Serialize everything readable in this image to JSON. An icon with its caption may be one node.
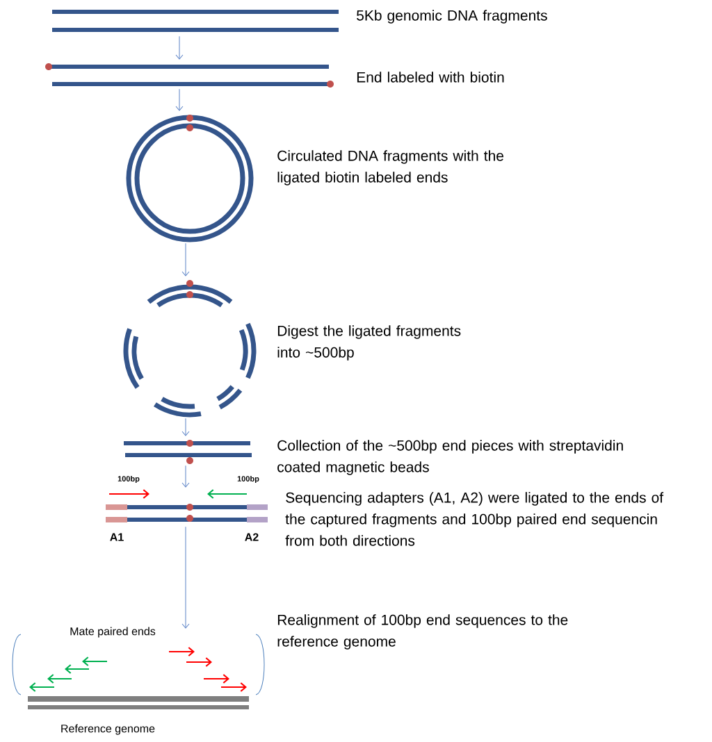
{
  "diagram": {
    "nodes": [
      {
        "text": [],
        "shape": "picture",
        "beside": [
          "5Kb genomic DNA fragments"
        ]
      },
      {
        "text": [],
        "shape": "picture",
        "beside": [
          "End labeled with biotin"
        ]
      },
      {
        "text": [],
        "shape": "picture",
        "beside": [
          "Circulated DNA fragments with the ligated biotin labeled ends"
        ]
      },
      {
        "text": [],
        "shape": "picture",
        "beside": [
          "Digest the ligated fragments into ~500bp"
        ]
      },
      {
        "text": [],
        "shape": "picture",
        "beside": [
          "Collection of the ~500bp end pieces with streptavidin coated magnetic beads"
        ]
      },
      {
        "text": [],
        "shape": "picture",
        "beside": [
          "Sequencing adapters (A1, A2) were ligated to the ends of the captured fragments and 100bp paired end sequencin from both directions"
        ]
      },
      {
        "text": [],
        "shape": "picture",
        "beside": [
          "Realignment of 100bp end sequences to the reference genome"
        ]
      }
    ],
    "edges": [
      {
        "from": 0,
        "to": 1,
        "arrow": "to"
      },
      {
        "from": 1,
        "to": 2,
        "arrow": "to"
      },
      {
        "from": 2,
        "to": 3,
        "arrow": "to"
      },
      {
        "from": 3,
        "to": 4,
        "arrow": "to"
      },
      {
        "from": 4,
        "to": 5,
        "arrow": "to"
      },
      {
        "from": 5,
        "to": 6,
        "arrow": "to"
      }
    ],
    "labels": [
      "100bp",
      "100bp",
      "A1",
      "A2",
      "Mate paired ends",
      "Reference genome"
    ]
  }
}
